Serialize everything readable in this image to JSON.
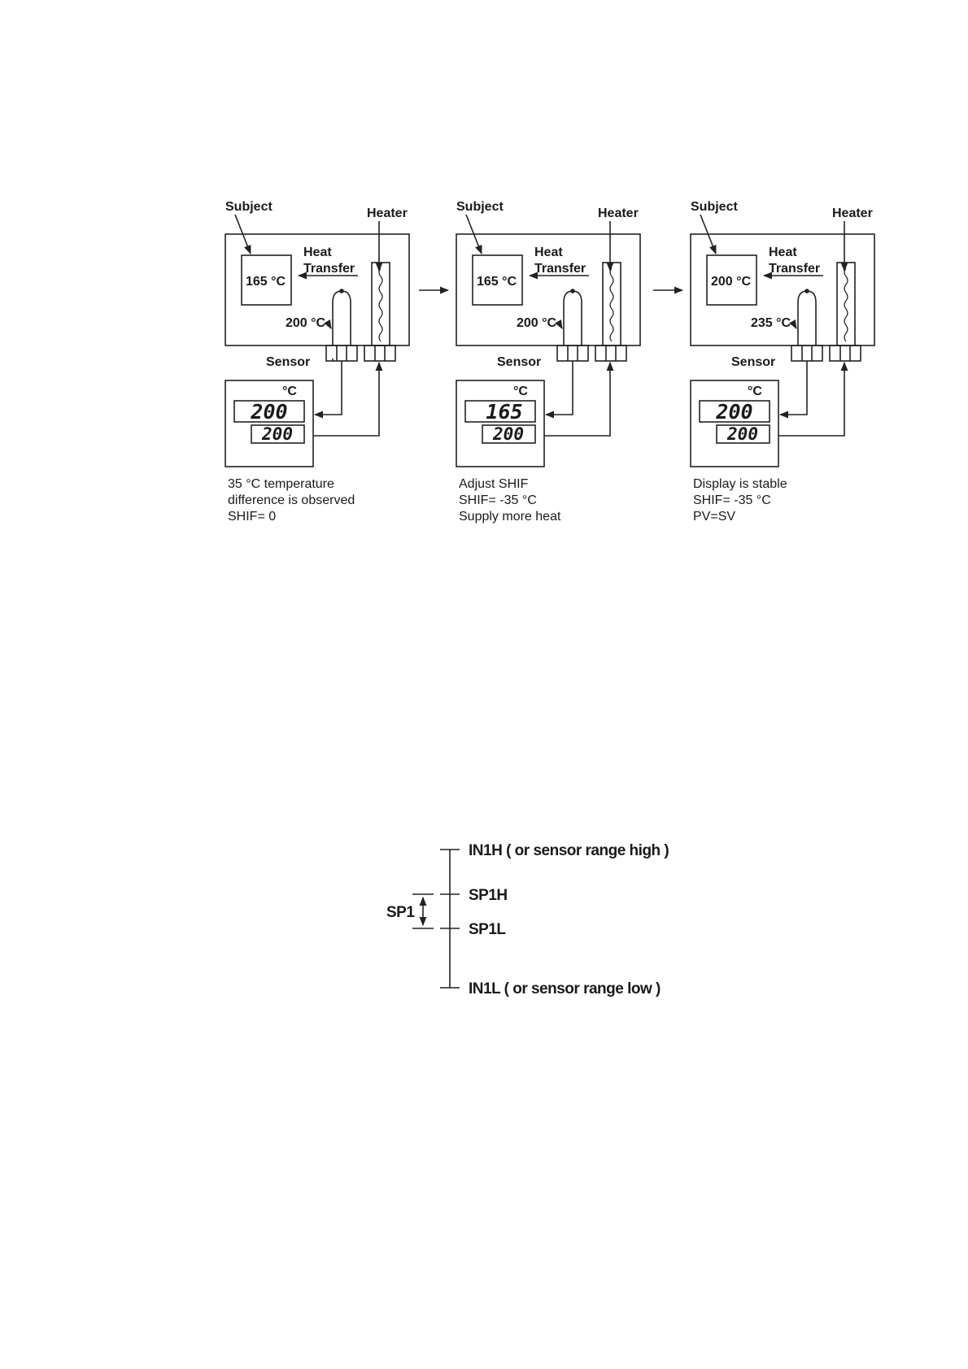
{
  "panels": [
    {
      "subject_label": "Subject",
      "heater_label": "Heater",
      "heat_label": "Heat",
      "transfer_label": "Transfer",
      "subject_temp": "165 °C",
      "sensor_temp": "200 °C",
      "sensor_label": "Sensor",
      "unit": "°C",
      "pv": "200",
      "sv": "200",
      "caption": [
        "35 °C temperature",
        "difference is observed",
        "SHIF= 0"
      ]
    },
    {
      "subject_label": "Subject",
      "heater_label": "Heater",
      "heat_label": "Heat",
      "transfer_label": "Transfer",
      "subject_temp": "165 °C",
      "sensor_temp": "200 °C",
      "sensor_label": "Sensor",
      "unit": "°C",
      "pv": "165",
      "sv": "200",
      "caption": [
        "Adjust SHIF",
        "SHIF= -35 °C",
        "Supply more heat"
      ]
    },
    {
      "subject_label": "Subject",
      "heater_label": "Heater",
      "heat_label": "Heat",
      "transfer_label": "Transfer",
      "subject_temp": "200 °C",
      "sensor_temp": "235 °C",
      "sensor_label": "Sensor",
      "unit": "°C",
      "pv": "200",
      "sv": "200",
      "caption": [
        "Display is stable",
        "SHIF= -35 °C",
        "PV=SV"
      ]
    }
  ],
  "setpoint_range": {
    "in1h": "IN1H ( or sensor range high )",
    "sp1h": "SP1H",
    "sp1": "SP1",
    "sp1l": "SP1L",
    "in1l": "IN1L ( or sensor range low )"
  }
}
